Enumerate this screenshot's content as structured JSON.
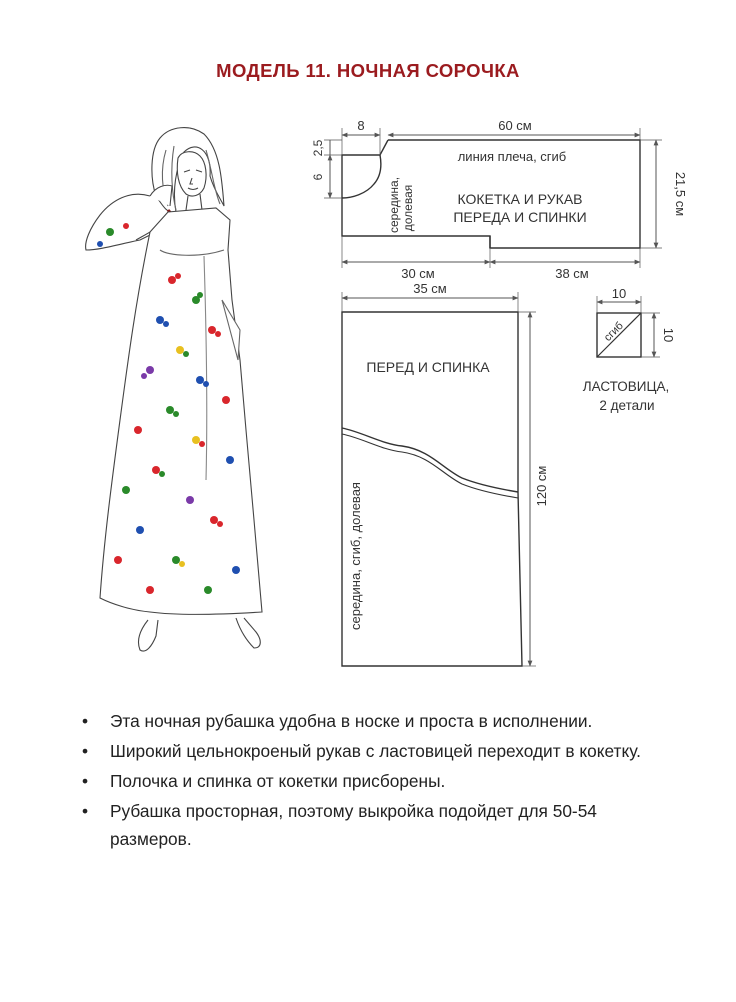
{
  "title": "МОДЕЛЬ 11. НОЧНАЯ СОРОЧКА",
  "colors": {
    "title": "#9b1b1f",
    "line": "#555555",
    "outline": "#333333",
    "text": "#222222"
  },
  "yoke": {
    "dim_top_left": "8",
    "dim_top_right": "60 см",
    "dim_left_top": "2,5",
    "dim_left_bottom": "6",
    "dim_right": "21,5 см",
    "dim_bottom_left": "30 см",
    "dim_bottom_right": "38 см",
    "label_shoulder": "линия плеча, сгиб",
    "label_center_1": "середина,",
    "label_center_2": "долевая",
    "label_main_1": "КОКЕТКА И РУКАВ",
    "label_main_2": "ПЕРЕДА И СПИНКИ"
  },
  "body_piece": {
    "dim_top": "35 см",
    "dim_right": "120 см",
    "label": "ПЕРЕД И СПИНКА",
    "label_center": "середина, сгиб, долевая"
  },
  "gusset": {
    "dim_top": "10",
    "dim_right": "10",
    "label_fold": "сгиб",
    "name": "ЛАСТОВИЦА,",
    "count": "2 детали"
  },
  "bullets": [
    "Эта ночная рубашка удобна в носке и проста в исполнении.",
    "Широкий цельнокроеный рукав с ластовицей переходит в кокетку.",
    "Полочка и спинка от кокетки присборены.",
    "Рубашка просторная, поэтому выкройка подойдет для 50-54 размеров."
  ],
  "bullet_symbol": "•",
  "illustration": {
    "subject": "woman-in-nightgown",
    "print_colors": [
      "#d9262c",
      "#2a8a2a",
      "#1f4fb0",
      "#e8c020",
      "#7a3aa8"
    ]
  }
}
